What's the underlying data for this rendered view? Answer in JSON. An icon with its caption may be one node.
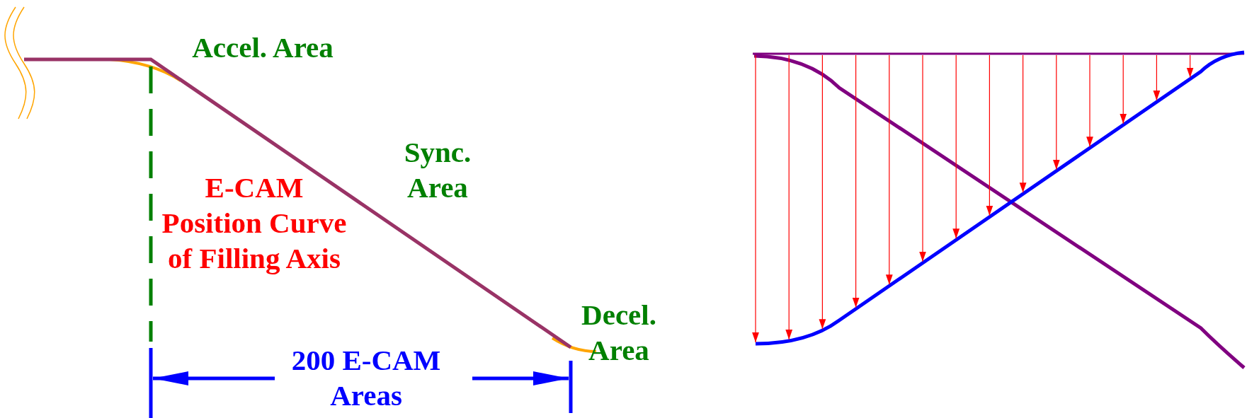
{
  "diagram": {
    "labels": [
      "Accel. Area",
      "Sync. Area",
      "E-CAM Position Curve of Filling Axis",
      "Decel. Area",
      "200 E-CAM Areas"
    ]
  }
}
